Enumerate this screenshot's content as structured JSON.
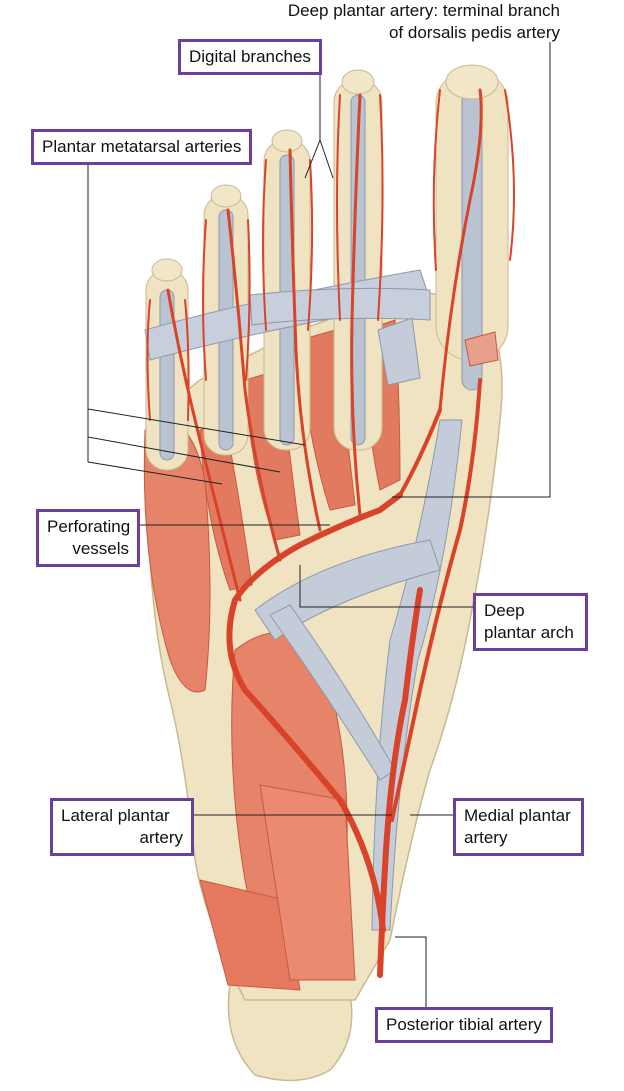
{
  "colors": {
    "label_border": "#6a3fa0",
    "artery": "#d8432a",
    "muscle": "#e58468",
    "tendon": "#b9c3d1",
    "bone": "#efe3c2"
  },
  "labels": {
    "deep_plantar_artery": [
      "Deep plantar artery: terminal branch",
      "of dorsalis pedis artery"
    ],
    "digital_branches": [
      "Digital branches"
    ],
    "plantar_metatarsal_arteries": [
      "Plantar metatarsal arteries"
    ],
    "perforating_vessels": [
      "Perforating",
      "vessels"
    ],
    "deep_plantar_arch": [
      "Deep",
      "plantar arch"
    ],
    "lateral_plantar_artery": [
      "Lateral plantar",
      "artery"
    ],
    "medial_plantar_artery": [
      "Medial plantar",
      "artery"
    ],
    "posterior_tibial_artery": [
      "Posterior tibial artery"
    ]
  }
}
